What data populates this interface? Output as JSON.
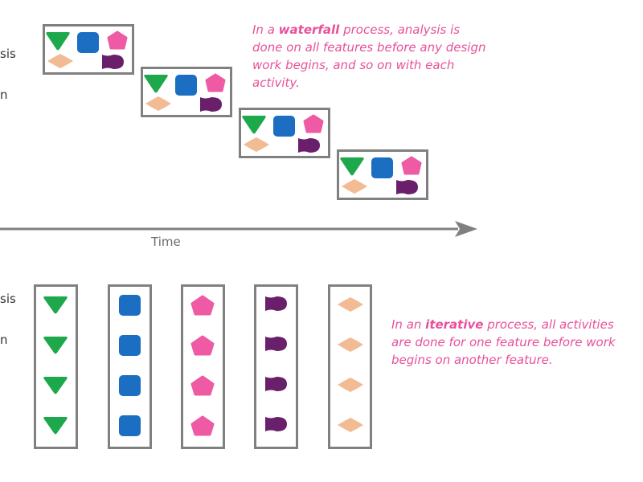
{
  "colors": {
    "frame": "#808080",
    "note": "#e8509a",
    "green": "#1ea84c",
    "blue": "#1b6ec1",
    "pink": "#ee5aa4",
    "purple": "#6a1f6b",
    "peach": "#f2bb93"
  },
  "labels": {
    "top_analysis": "sis",
    "top_design": "n",
    "bottom_analysis": "sis",
    "bottom_design": "n"
  },
  "timeline": {
    "label": "Time"
  },
  "waterfall_note": {
    "prefix": "In a ",
    "keyword": "waterfall",
    "suffix": " process, analysis is done on all features before any design work begins, and so on with each activity."
  },
  "iterative_note": {
    "prefix": "In an ",
    "keyword": "iterative",
    "suffix": " process, all activities are done for one feature before work begins on another feature."
  },
  "shapes": {
    "icons": [
      "triangle-icon",
      "square-icon",
      "pentagon-icon",
      "bowtie-icon",
      "diamond-icon"
    ]
  }
}
